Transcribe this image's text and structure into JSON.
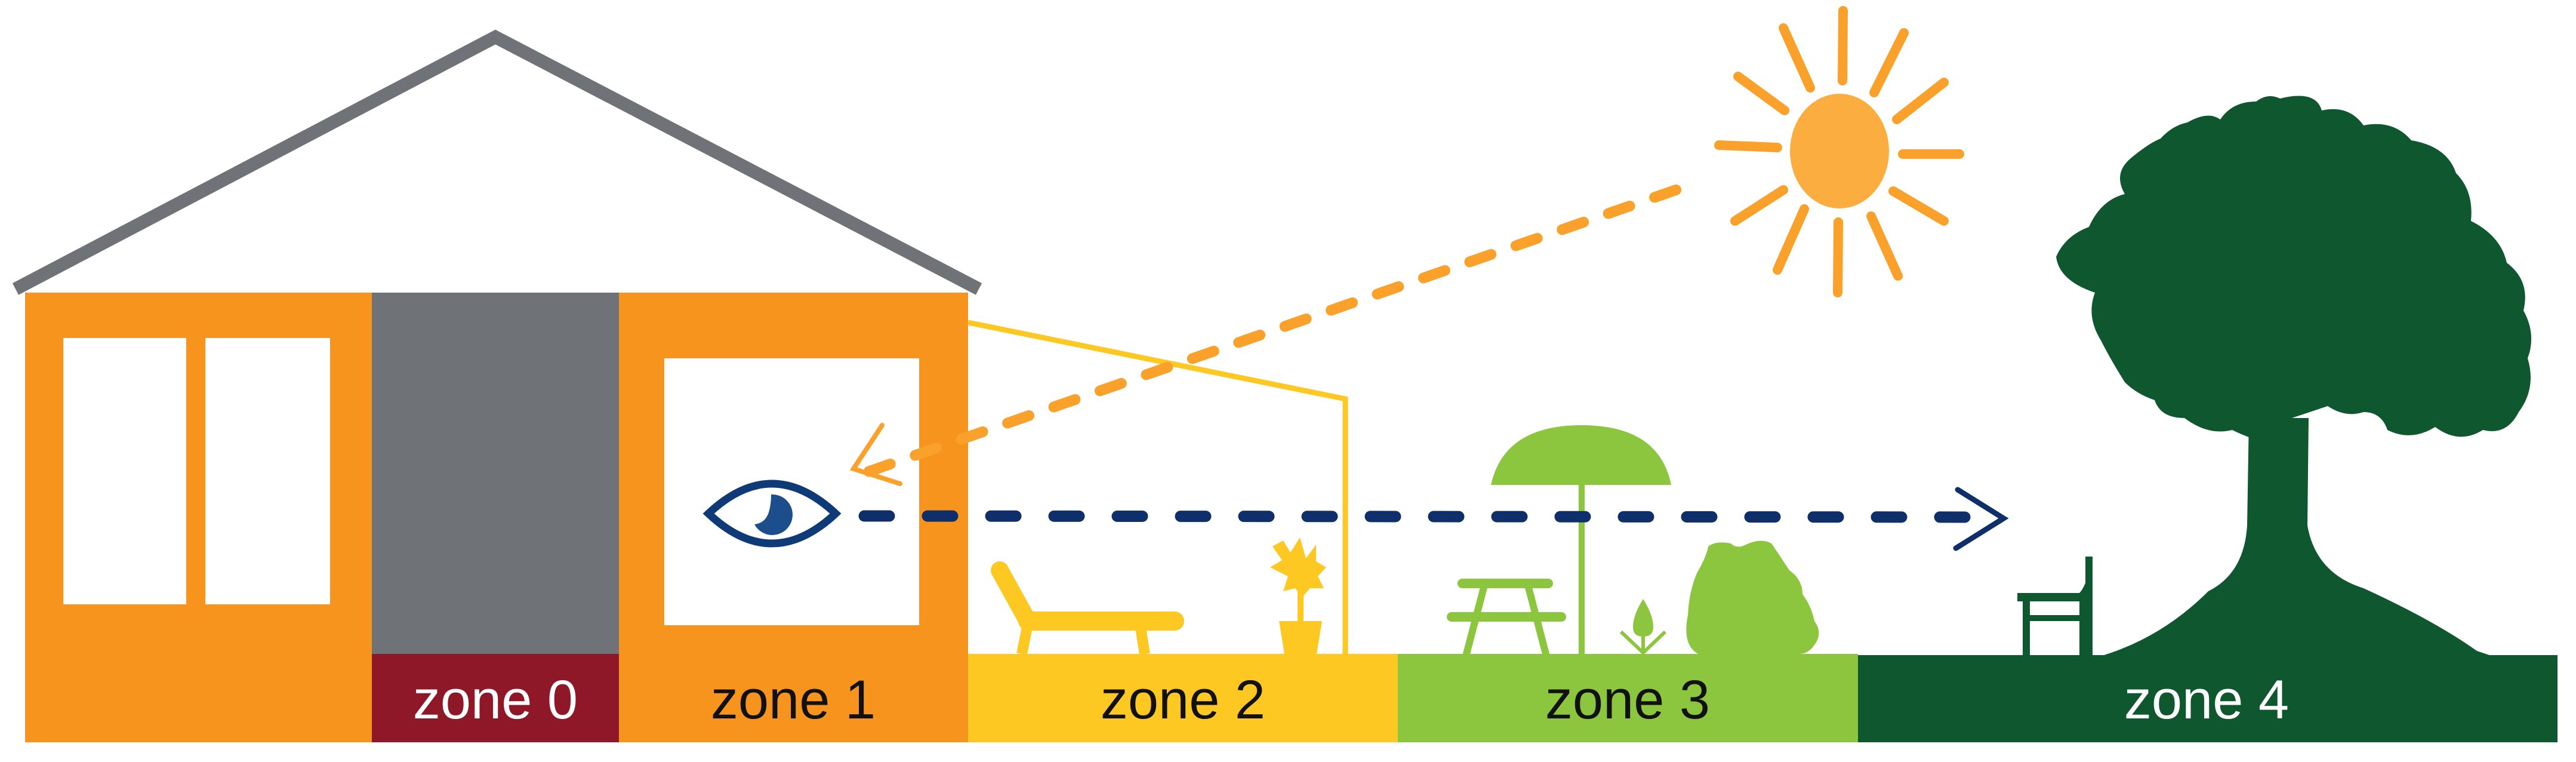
{
  "diagram": {
    "type": "home-fire-zones-illustration",
    "zones": [
      {
        "id": 0,
        "label": "zone 0",
        "color": "#8e1728",
        "text_color": "#ffffff"
      },
      {
        "id": 1,
        "label": "zone 1",
        "color": "#f7941d",
        "text_color": "#111111"
      },
      {
        "id": 2,
        "label": "zone 2",
        "color": "#fec823",
        "text_color": "#111111"
      },
      {
        "id": 3,
        "label": "zone 3",
        "color": "#8cc63f",
        "text_color": "#111111"
      },
      {
        "id": 4,
        "label": "zone 4",
        "color": "#0f572e",
        "text_color": "#ffffff"
      }
    ],
    "elements": {
      "house": {
        "wall_color": "#f7941d",
        "door_color": "#6f7377",
        "roof_color": "#6f7377"
      },
      "sun": {
        "color": "#fbae3f",
        "ray_color": "#f9a12a"
      },
      "sun_ray_arrow": {
        "style": "dashed",
        "color": "#f9a12a",
        "direction": "sun-to-window"
      },
      "sight_line_arrow": {
        "style": "dashed",
        "color": "#0f2f6b",
        "direction": "eye-to-zone-4"
      },
      "eye_icon": {
        "color": "#0f3a78"
      },
      "zone2_items": [
        "awning",
        "sun-lounger",
        "potted-plant"
      ],
      "zone3_items": [
        "umbrella",
        "picnic-table",
        "sprout",
        "shrub"
      ],
      "zone4_items": [
        "bench",
        "tree"
      ]
    }
  }
}
